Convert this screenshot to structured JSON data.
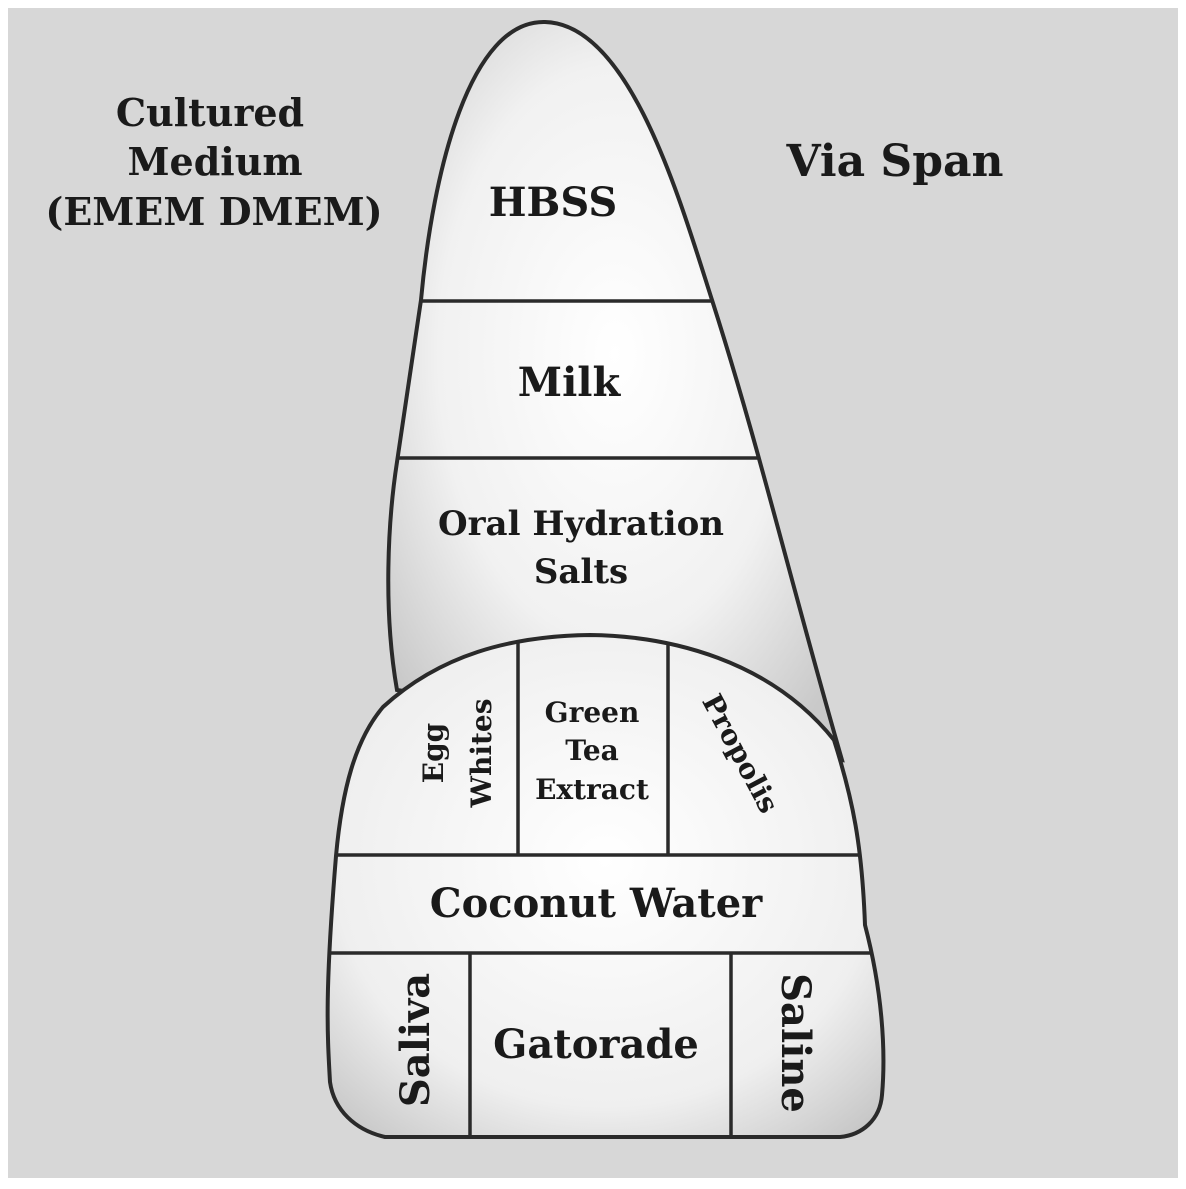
{
  "diagram": {
    "left_label": [
      "Cultured",
      "Medium",
      "(EMEM DMEM)"
    ],
    "right_label": "Via Span",
    "zones": {
      "hbss": "HBSS",
      "milk": "Milk",
      "oral_hydration": [
        "Oral Hydration",
        "Salts"
      ],
      "egg_whites": [
        "Egg",
        "Whites"
      ],
      "green_tea": [
        "Green",
        "Tea",
        "Extract"
      ],
      "propolis": "Propolis",
      "coconut_water": "Coconut Water",
      "saliva": "Saliva",
      "gatorade": "Gatorade",
      "saline": "Saline"
    }
  }
}
